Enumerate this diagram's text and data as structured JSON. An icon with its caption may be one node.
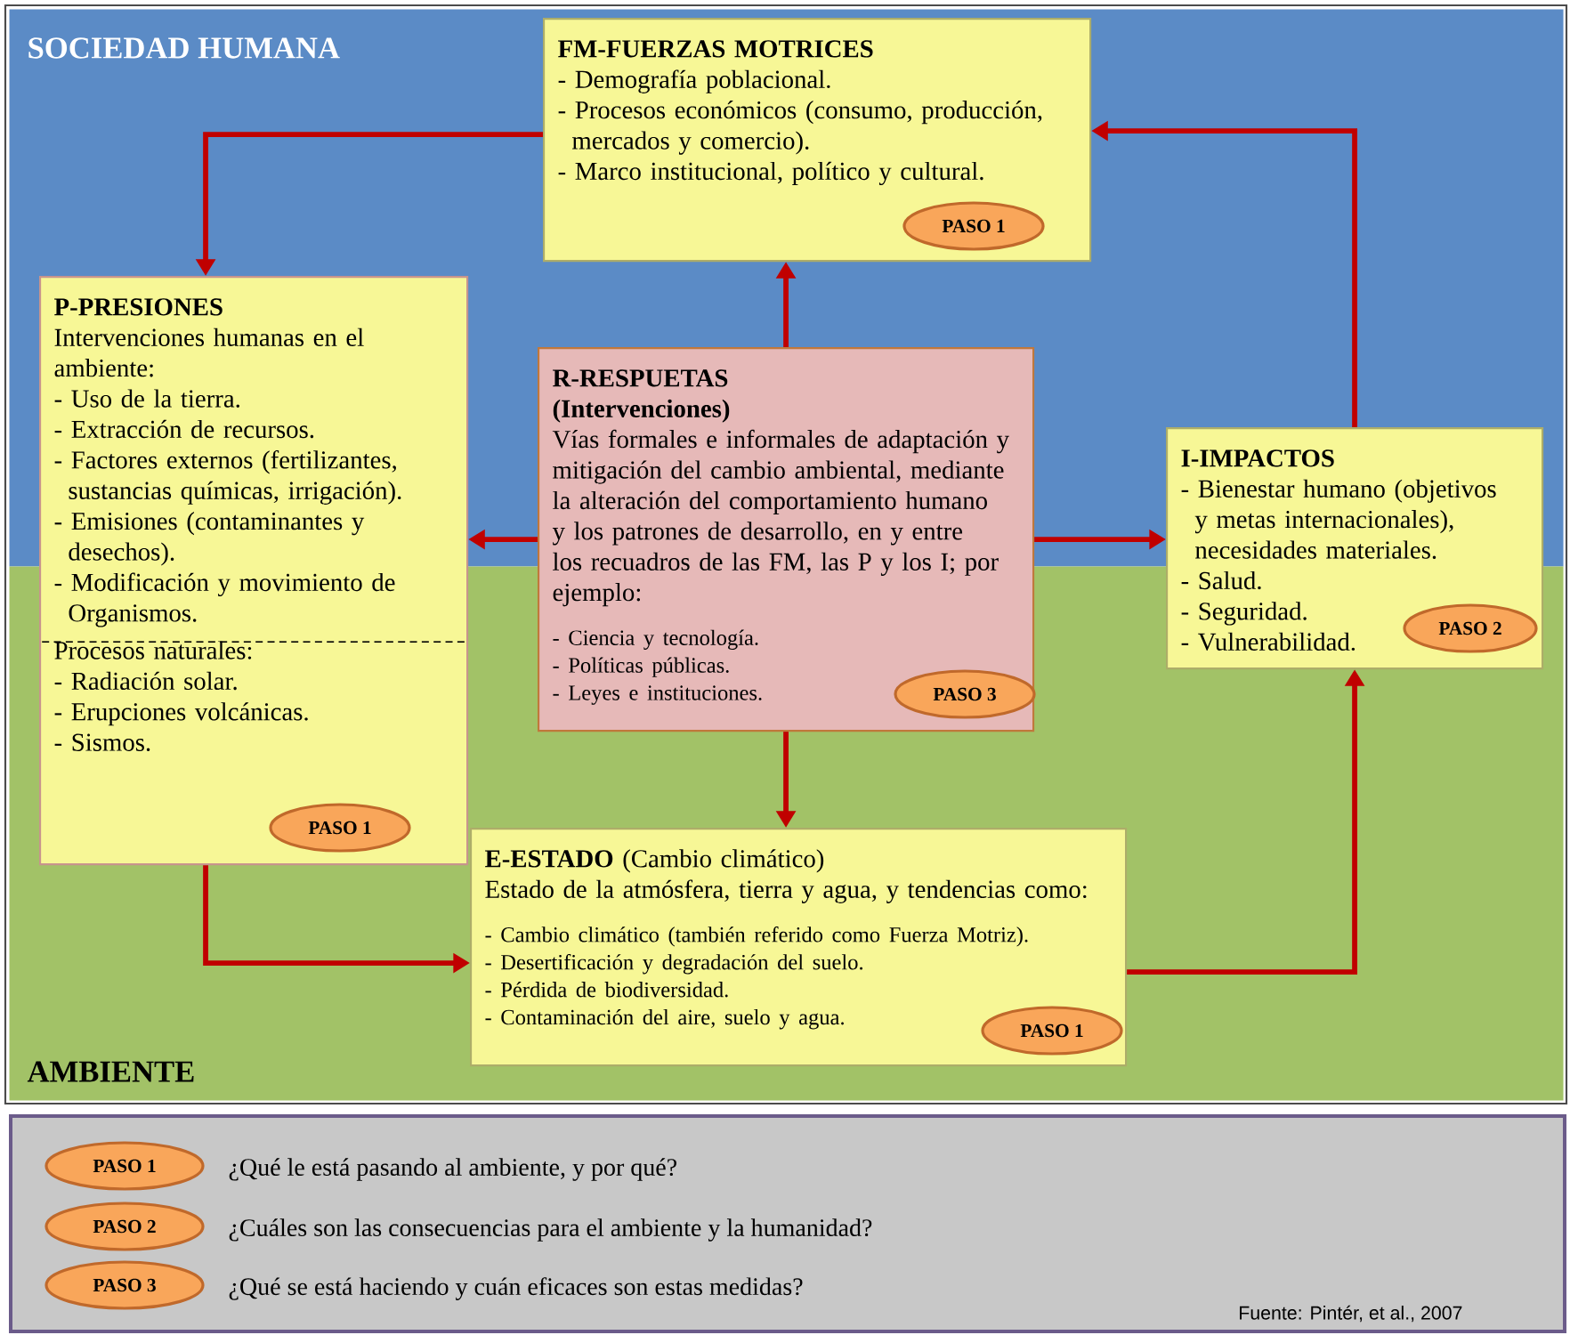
{
  "diagram": {
    "caption": "Fuente: Pintér, et al., 2007",
    "nodes": [
      {
        "text": [
          "SOCIEDAD HUMANA"
        ]
      },
      {
        "text": [
          "AMBIENTE"
        ]
      },
      {
        "text": [
          "FM-FUERZAS MOTRICES",
          "- Demografía poblacional.",
          "- Procesos económicos (consumo, producción, mercados y comercio).",
          "- Marco institucional, político y cultural."
        ],
        "in": 0
      },
      {
        "text": [
          "PASO 1"
        ],
        "in": 2
      },
      {
        "text": [
          "P-PRESIONES",
          "Intervenciones humanas en el ambiente:",
          "- Uso de la tierra.",
          "- Extracción de recursos.",
          "- Factores externos (fertilizantes, sustancias químicas, irrigación).",
          "- Emisiones (contaminantes y desechos).",
          "- Modificación y movimiento de Organismos.",
          "Procesos naturales:",
          "- Radiación solar.",
          "- Erupciones volcánicas.",
          "- Sismos."
        ]
      },
      {
        "text": [
          "PASO 1"
        ]
      },
      {
        "text": [
          "R-RESPUETAS (Intervenciones)",
          "Vías formales e informales de adaptación y mitigación del cambio ambiental, mediante la alteración del comportamiento humano y los patrones de desarrollo, en y entre los recuadros de las FM, las P y los I; por ejemplo:",
          "- Ciencia y tecnología.",
          "- Políticas públicas.",
          "- Leyes e instituciones."
        ]
      },
      {
        "text": [
          "PASO 3"
        ]
      },
      {
        "text": [
          "I-IMPACTOS",
          "- Bienestar humano (objetivos y metas internacionales), necesidades materiales.",
          "- Salud.",
          "- Seguridad.",
          "- Vulnerabilidad."
        ]
      },
      {
        "text": [
          "PASO 2"
        ]
      },
      {
        "text": [
          "**E-ESTADO** (Cambio climático)",
          "Estado de la atmósfera, tierra y agua, y tendencias como:",
          "- Cambio climático (también referido como Fuerza Motriz).",
          "- Desertificación y degradación del suelo.",
          "- Pérdida de biodiversidad.",
          "- Contaminación del aire, suelo y agua."
        ],
        "in": 1
      },
      {
        "text": [
          "PASO 1"
        ],
        "in": 10
      },
      {
        "text": [],
        "shape": "box"
      },
      {
        "text": [
          "PASO 1"
        ],
        "in": 12,
        "beside": [
          "¿Qué le está pasando al ambiente, y por qué?"
        ]
      },
      {
        "text": [
          "PASO 2"
        ],
        "in": 12,
        "beside": [
          "¿Cuáles son las consecuencias para el ambiente y la humanidad?"
        ]
      },
      {
        "text": [
          "PASO 3"
        ],
        "in": 12,
        "beside": [
          "¿Qué se está haciendo y cuán eficaces son estas medidas?"
        ]
      }
    ],
    "edges": [
      {
        "from": 2,
        "to": 4,
        "arrow": "to"
      },
      {
        "from": 4,
        "to": 10,
        "arrow": "to"
      },
      {
        "from": 10,
        "to": 8,
        "arrow": "to"
      },
      {
        "from": 8,
        "to": 2,
        "arrow": "to"
      },
      {
        "from": 6,
        "to": 2,
        "arrow": "to"
      },
      {
        "from": 6,
        "to": 4,
        "arrow": "to"
      },
      {
        "from": 6,
        "to": 8,
        "arrow": "to"
      },
      {
        "from": 6,
        "to": 10,
        "arrow": "to"
      }
    ]
  }
}
